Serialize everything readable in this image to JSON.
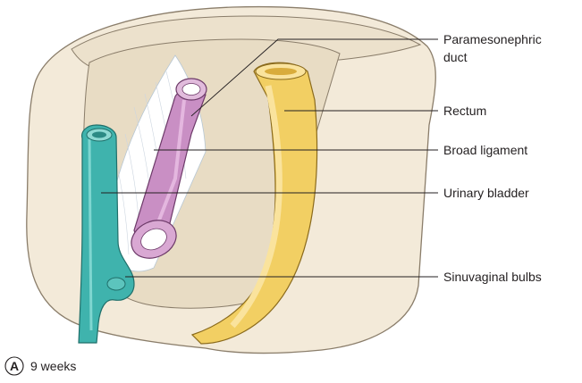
{
  "figure": {
    "panel_letter": "A",
    "caption": "9 weeks",
    "labels": {
      "paramesonephric_line1": "Paramesonephric",
      "paramesonephric_line2": "duct",
      "rectum": "Rectum",
      "broad_ligament": "Broad ligament",
      "urinary_bladder": "Urinary bladder",
      "sinuvaginal_bulbs": "Sinuvaginal bulbs"
    },
    "colors": {
      "tissue": "#f3ead9",
      "tissue_shade": "#e8dcc4",
      "outline": "#8a7d6a",
      "bladder": "#3fb3ad",
      "duct": "#c98fc4",
      "rectum": "#f2cf63",
      "ligament": "#ffffff"
    }
  }
}
